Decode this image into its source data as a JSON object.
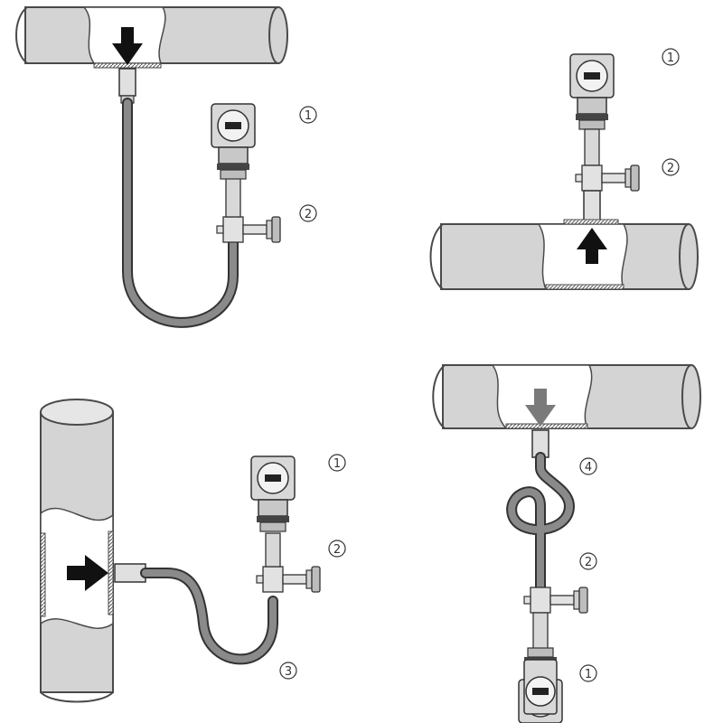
{
  "colors": {
    "pipe_fill": "#d4d4d4",
    "pipe_stroke": "#4a4a4a",
    "flow_arrow": "#111111",
    "flow_arrow_alt": "#7a7a7a",
    "tube": "#8a8a8a",
    "housing": "#cfcfcf"
  },
  "callouts": {
    "c1": "1",
    "c2": "2",
    "c3": "3",
    "c4": "4"
  },
  "icons": [
    "flow-arrow-icon",
    "pressure-transmitter-icon",
    "shutoff-valve-icon",
    "siphon-loop-icon"
  ]
}
